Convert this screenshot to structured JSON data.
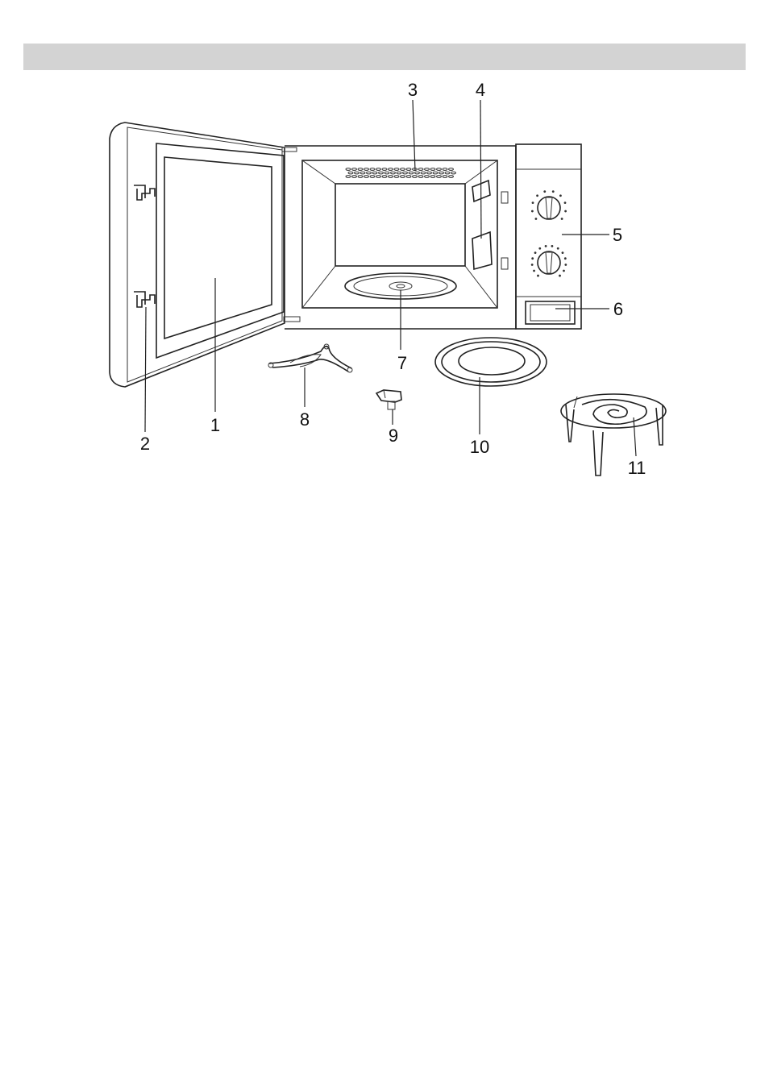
{
  "header": {
    "title": ""
  },
  "diagram": {
    "subject": "microwave-oven-parts",
    "callouts": [
      {
        "id": "door",
        "label": "1"
      },
      {
        "id": "door-latch",
        "label": "2"
      },
      {
        "id": "vent-grille",
        "label": "3"
      },
      {
        "id": "waveguide-cover",
        "label": "4"
      },
      {
        "id": "control-panel",
        "label": "5"
      },
      {
        "id": "display",
        "label": "6"
      },
      {
        "id": "turntable-shaft",
        "label": "7"
      },
      {
        "id": "roller-ring",
        "label": "8"
      },
      {
        "id": "coupler",
        "label": "9"
      },
      {
        "id": "glass-tray",
        "label": "10"
      },
      {
        "id": "grill-rack",
        "label": "11"
      }
    ]
  }
}
